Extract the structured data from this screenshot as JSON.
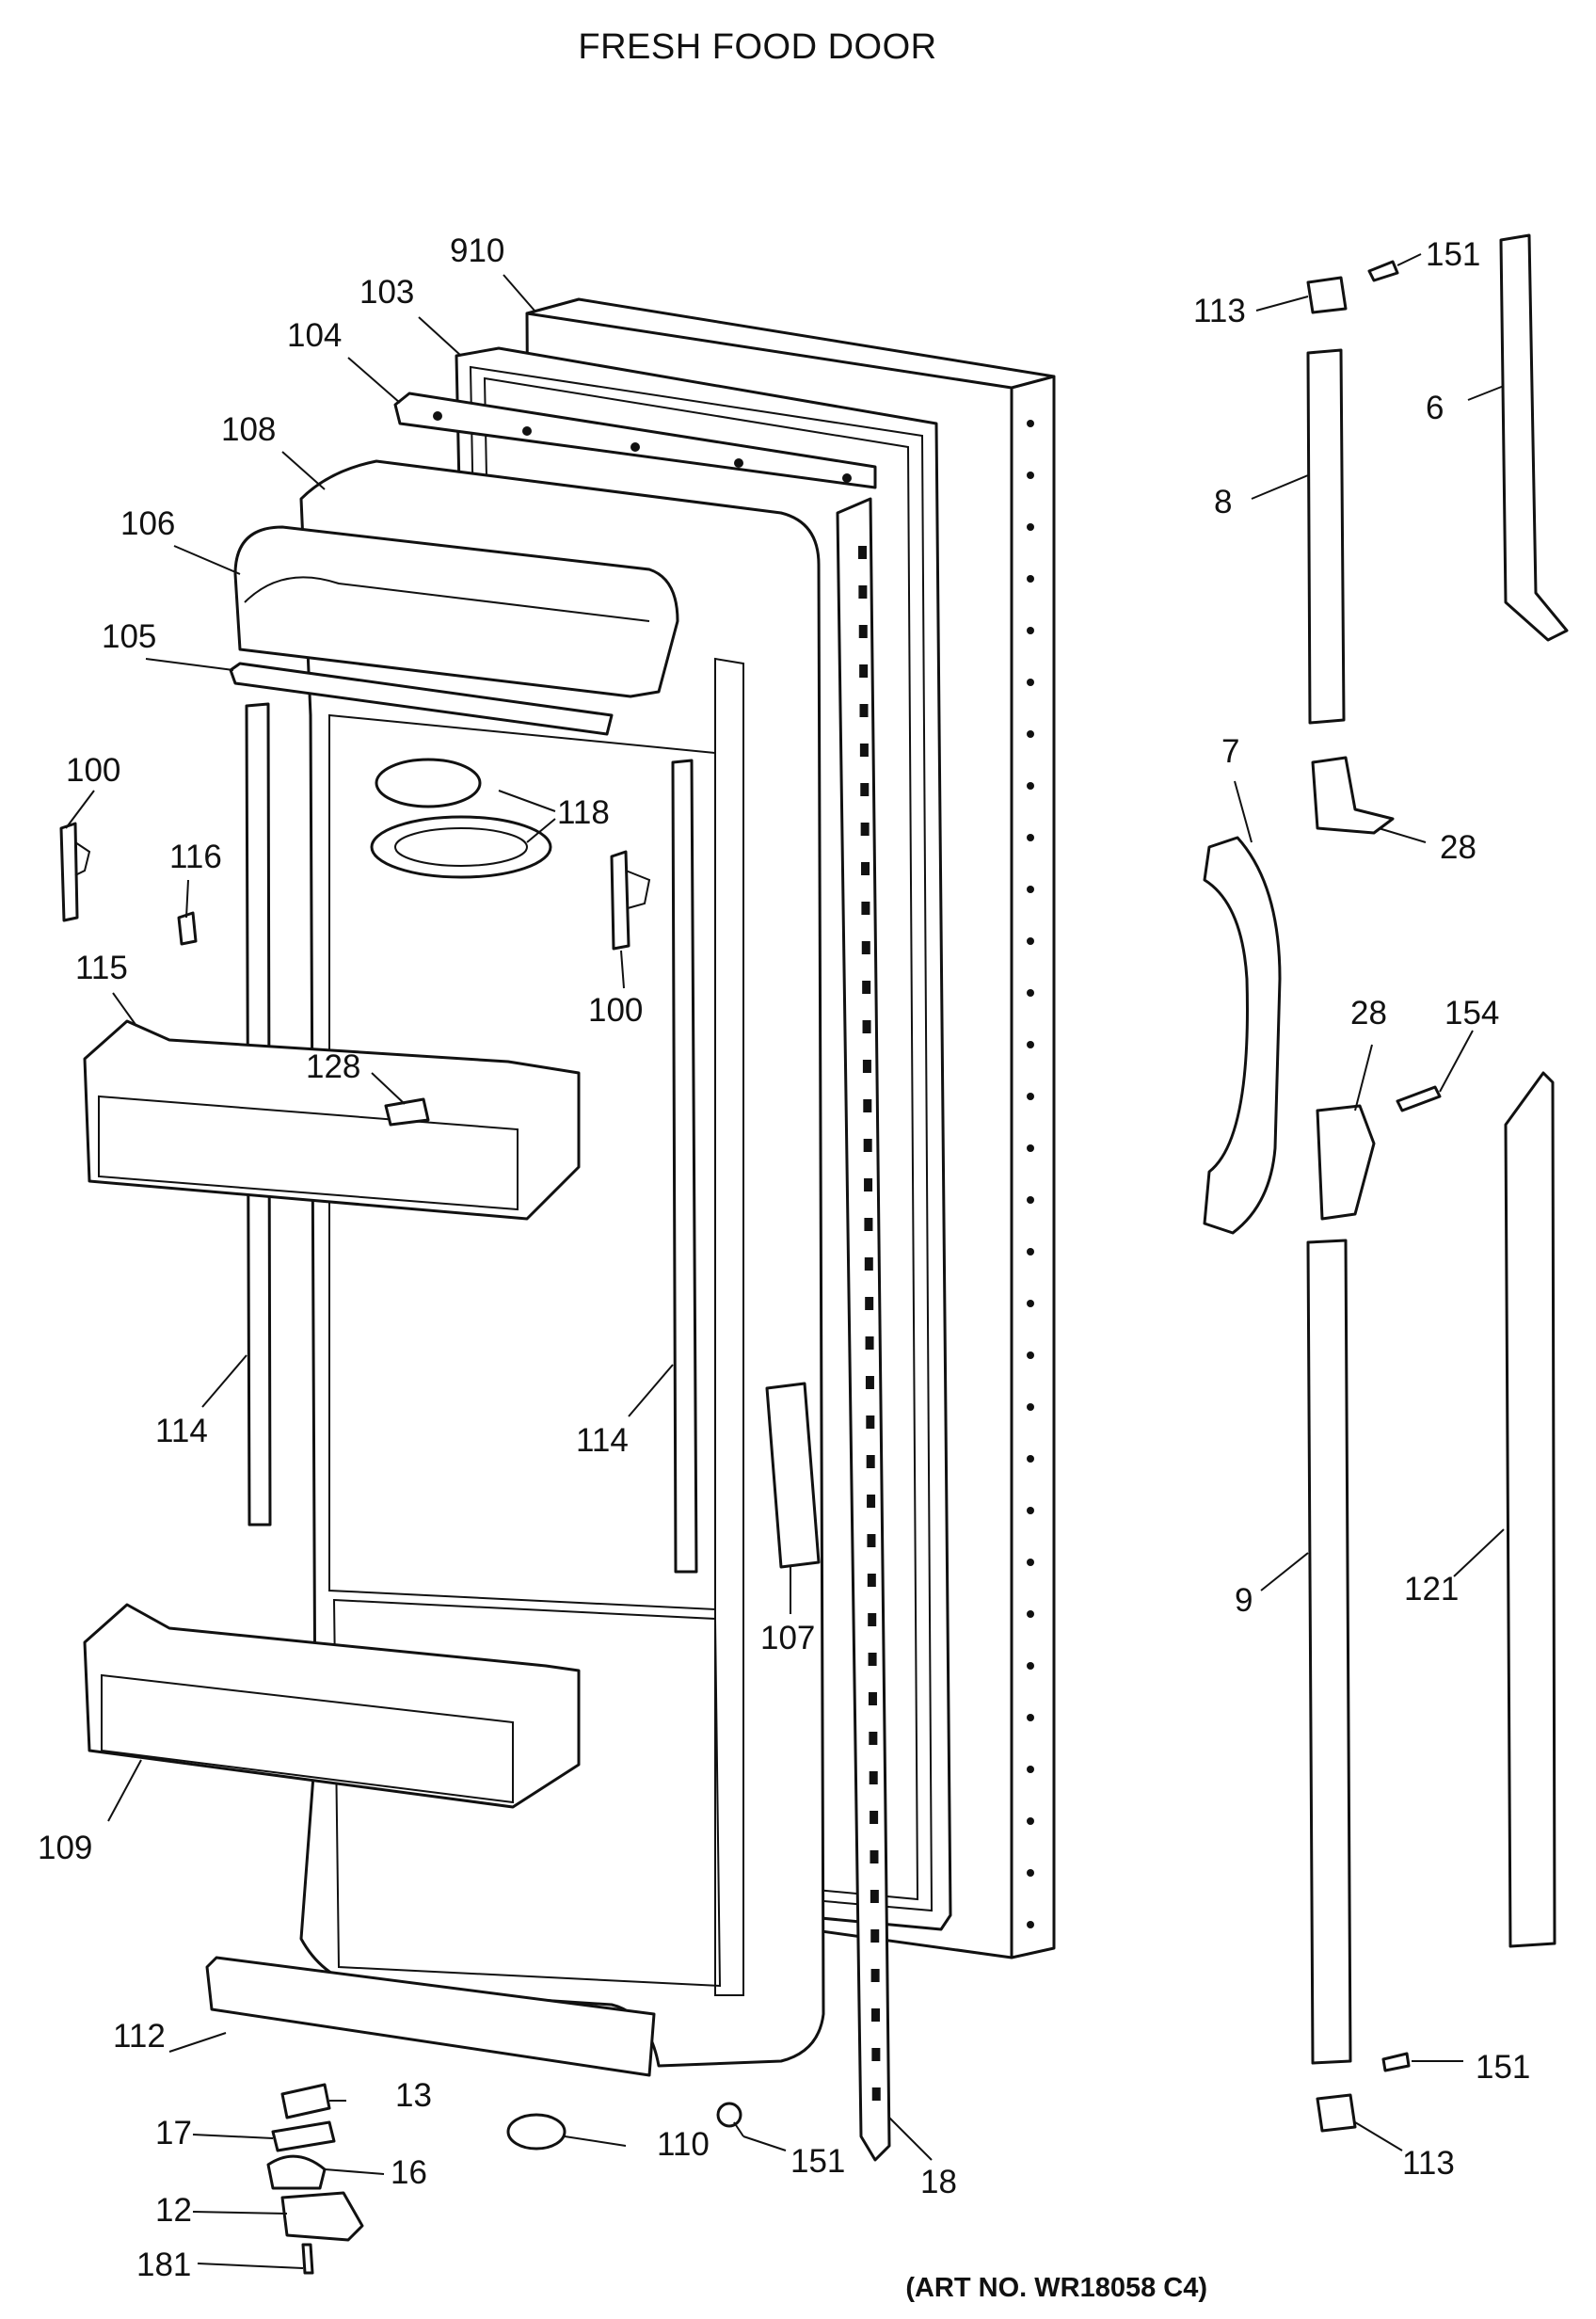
{
  "title": "FRESH FOOD DOOR",
  "art_number": "(ART NO. WR18058 C4)",
  "callouts": {
    "c910": "910",
    "c103": "103",
    "c104": "104",
    "c108": "108",
    "c106": "106",
    "c105": "105",
    "c100a": "100",
    "c116": "116",
    "c118": "118",
    "c100b": "100",
    "c115": "115",
    "c128": "128",
    "c114a": "114",
    "c114b": "114",
    "c107": "107",
    "c109": "109",
    "c112": "112",
    "c13": "13",
    "c17": "17",
    "c16": "16",
    "c12": "12",
    "c181": "181",
    "c110": "110",
    "c151a": "151",
    "c18": "18",
    "c151b": "151",
    "c113a": "113",
    "c6": "6",
    "c8": "8",
    "c7": "7",
    "c28a": "28",
    "c28b": "28",
    "c154": "154",
    "c9": "9",
    "c121": "121",
    "c151c": "151",
    "c113b": "113"
  }
}
